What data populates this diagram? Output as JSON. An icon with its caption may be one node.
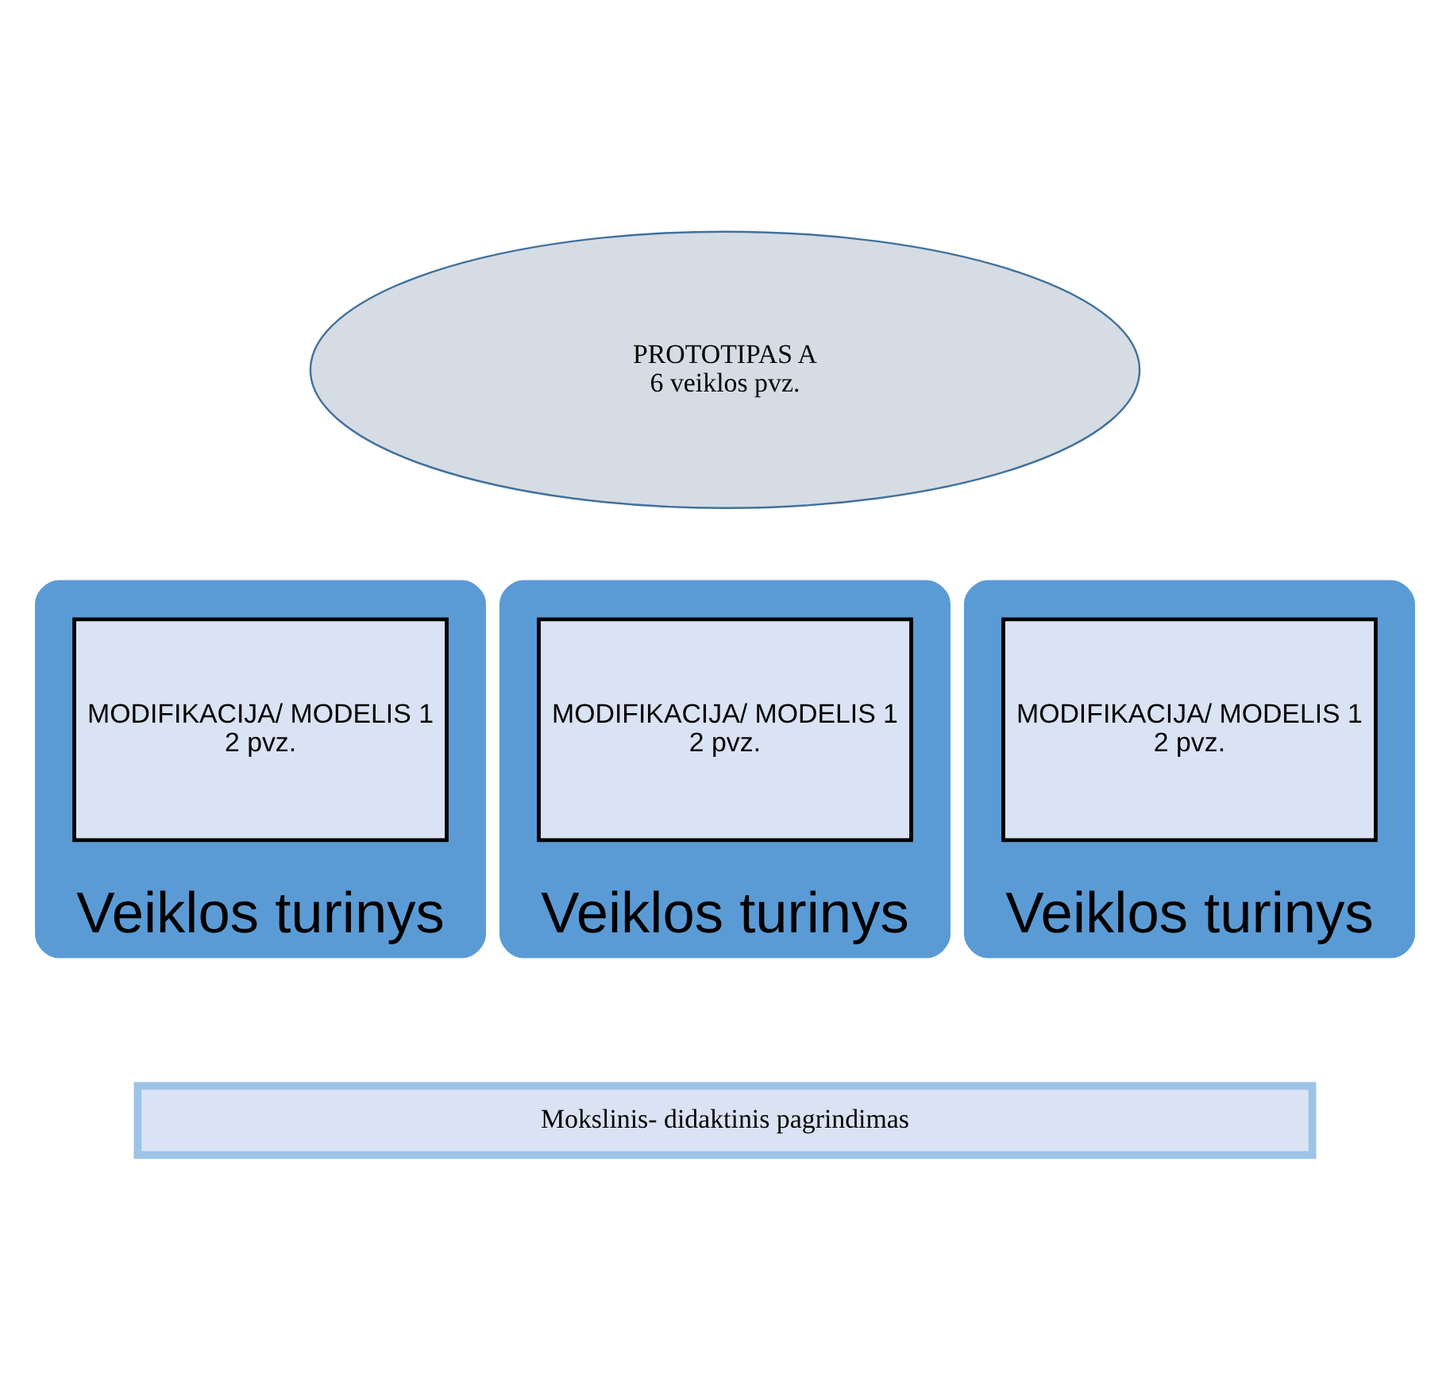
{
  "diagram": {
    "nodes": [
      {
        "text": [
          "PROTOTIPAS A",
          "6 veiklos pvz."
        ]
      },
      {
        "text": [
          "Veiklos turinys"
        ]
      },
      {
        "text": [
          "MODIFIKACIJA/ MODELIS 1",
          "2 pvz."
        ],
        "in": 1
      },
      {
        "text": [
          "Veiklos turinys"
        ]
      },
      {
        "text": [
          "MODIFIKACIJA/ MODELIS 1",
          "2 pvz."
        ],
        "in": 3
      },
      {
        "text": [
          "Veiklos turinys"
        ]
      },
      {
        "text": [
          "MODIFIKACIJA/ MODELIS 1",
          "2 pvz."
        ],
        "in": 5
      },
      {
        "text": [
          "Mokslinis- didaktinis pagrindimas"
        ]
      }
    ],
    "edges": []
  }
}
